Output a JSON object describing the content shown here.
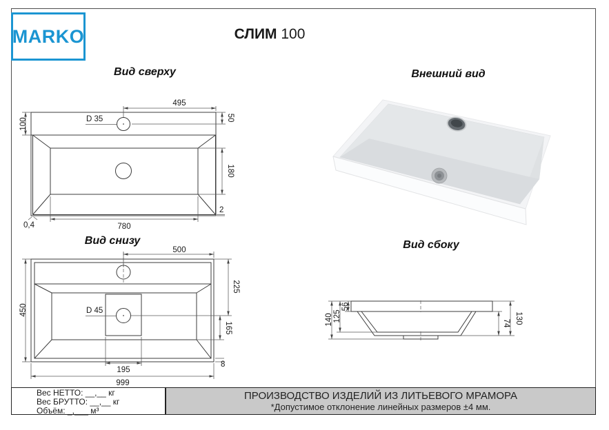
{
  "colors": {
    "brand_blue": "#1b95d2",
    "strip_gray": "#c9c9c9"
  },
  "header": {
    "logo": "MARKO",
    "model": "СЛИМ",
    "model_size": "100"
  },
  "titles": {
    "top_view": "Вид сверху",
    "external_view": "Внешний вид",
    "bottom_view": "Вид снизу",
    "side_view": "Вид сбоку"
  },
  "top_view": {
    "dim_495": "495",
    "dim_50": "50",
    "dim_d35": "D 35",
    "dim_100": "100",
    "dim_180": "180",
    "dim_2": "2",
    "dim_04": "0,4",
    "dim_780": "780"
  },
  "bottom_view": {
    "dim_500": "500",
    "dim_450": "450",
    "dim_225": "225",
    "dim_165": "165",
    "dim_d45": "D 45",
    "dim_195": "195",
    "dim_8": "8",
    "dim_999": "999"
  },
  "side_view": {
    "dim_140": "140",
    "dim_125": "125",
    "dim_56": "56",
    "dim_74": "74",
    "dim_130": "130"
  },
  "footer": {
    "net_weight": "Вес НЕТТО: __,__ кг",
    "gross_weight": "Вес БРУТТО: __,__ кг",
    "volume": "Объём: _,___ м³",
    "production_line1": "ПРОИЗВОДСТВО ИЗДЕЛИЙ ИЗ ЛИТЬЕВОГО МРАМОРА",
    "production_line2": "*Допустимое отклонение линейных размеров ±4 мм."
  }
}
